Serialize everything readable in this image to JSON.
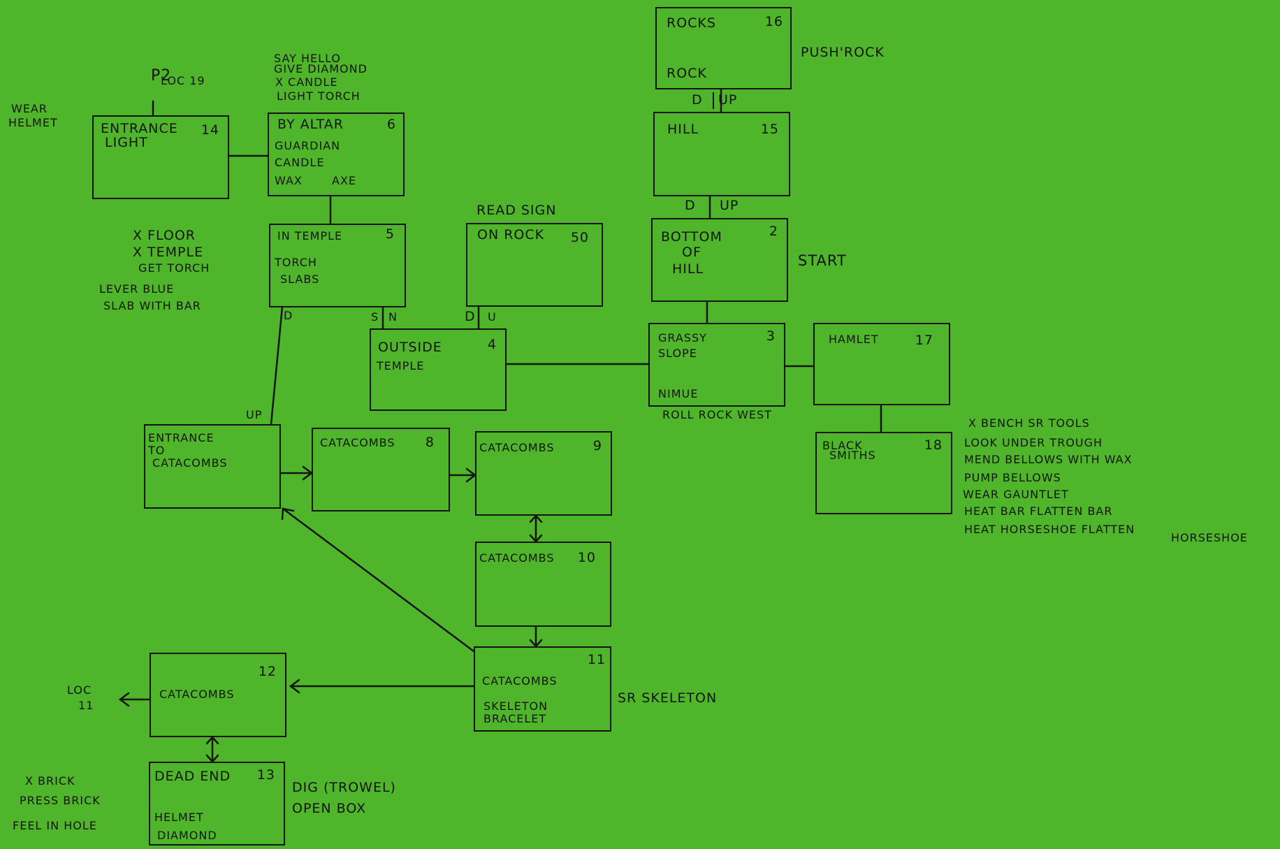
{
  "rooms": {
    "r16": {
      "name": "ROCKS",
      "num": "16",
      "items": "ROCK"
    },
    "r15": {
      "name": "HILL",
      "num": "15"
    },
    "r2": {
      "name1": "BOTTOM",
      "name2": "OF",
      "name3": "HILL",
      "num": "2"
    },
    "r14": {
      "name1": "ENTRANCE",
      "name2": "LIGHT",
      "num": "14"
    },
    "r6": {
      "name": "BY ALTAR",
      "num": "6",
      "items1": "GUARDIAN",
      "items2": "CANDLE",
      "items3a": "WAX",
      "items3b": "AXE"
    },
    "r5": {
      "name": "IN TEMPLE",
      "num": "5",
      "items1": "TORCH",
      "items2": "SLABS"
    },
    "r50": {
      "name": "ON ROCK",
      "num": "50"
    },
    "r4": {
      "name1": "OUTSIDE",
      "name2": "TEMPLE",
      "num": "4"
    },
    "r3": {
      "name1": "GRASSY",
      "name2": "SLOPE",
      "num": "3",
      "items": "NIMUE"
    },
    "r17": {
      "name": "HAMLET",
      "num": "17"
    },
    "r18": {
      "name1": "BLACK",
      "name2": "SMITHS",
      "num": "18"
    },
    "r7": {
      "name1": "ENTRANCE",
      "name2": "TO",
      "name3": "CATACOMBS"
    },
    "r8": {
      "name": "CATACOMBS",
      "num": "8"
    },
    "r9": {
      "name": "CATACOMBS",
      "num": "9"
    },
    "r10": {
      "name": "CATACOMBS",
      "num": "10"
    },
    "r11": {
      "name": "CATACOMBS",
      "num": "11",
      "items1": "SKELETON",
      "items2": "BRACELET"
    },
    "r12": {
      "name": "CATACOMBS",
      "num": "12"
    },
    "r13": {
      "name": "DEAD END",
      "num": "13",
      "items1": "HELMET",
      "items2": "DIAMOND"
    }
  },
  "exits": {
    "d16": "D",
    "u16": "UP",
    "d15": "D",
    "u15": "UP",
    "s5": "S",
    "n4": "N",
    "d50": "D",
    "u50": "U",
    "d5": "D",
    "up7": "UP"
  },
  "notes": {
    "p2a": "P2",
    "p2b": "LOC 19",
    "wear1": "WEAR",
    "wear2": "HELMET",
    "altar": [
      "SAY HELLO",
      "GIVE DIAMOND",
      "X CANDLE",
      "LIGHT TORCH"
    ],
    "temple": [
      "X FLOOR",
      "X TEMPLE",
      "GET TORCH",
      "LEVER BLUE",
      "SLAB WITH BAR"
    ],
    "readsign": "READ SIGN",
    "push": "PUSH'ROCK",
    "start": "START",
    "roll": "ROLL ROCK WEST",
    "smith": [
      "X BENCH   SR TOOLS",
      "LOOK UNDER TROUGH",
      "MEND BELLOWS WITH WAX",
      "PUMP BELLOWS",
      "WEAR GAUNTLET",
      "HEAT BAR   FLATTEN BAR",
      "HEAT HORSESHOE   FLATTEN",
      "HORSESHOE"
    ],
    "skel": "SR SKELETON",
    "loc11a": "LOC",
    "loc11b": "11",
    "brick": [
      "X BRICK",
      "PRESS BRICK",
      "FEEL IN HOLE"
    ],
    "dig": [
      "DIG (TROWEL)",
      "OPEN BOX"
    ]
  }
}
